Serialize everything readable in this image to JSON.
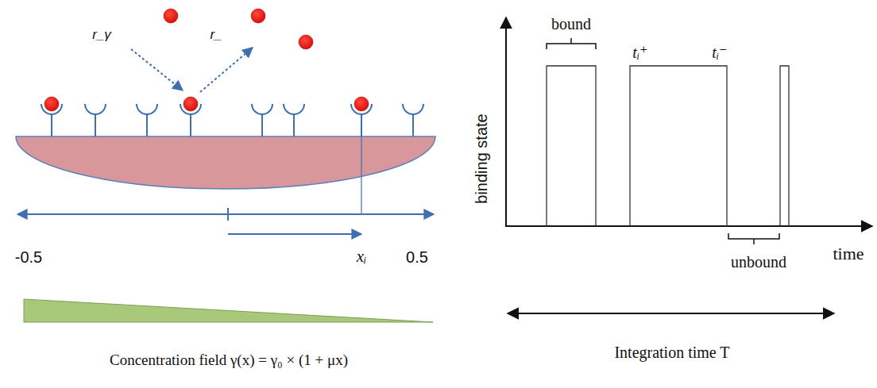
{
  "diagram": {
    "labels": [
      "r_γ",
      "r_",
      "-0.5",
      "xᵢ",
      "0.5",
      "Concentration field γ(x) = γ₀ × (1 + μx)",
      "bound",
      "tᵢ⁺",
      "tᵢ⁻",
      "binding state",
      "time",
      "unbound",
      "Integration time T"
    ]
  }
}
